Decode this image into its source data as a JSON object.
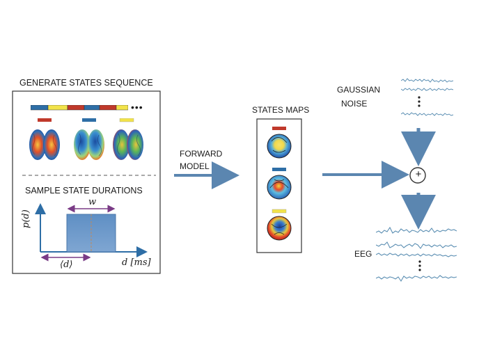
{
  "left_panel": {
    "title": "GENERATE STATES SEQUENCE",
    "ellipsis": "•••",
    "durations_title": "SAMPLE STATE DURATIONS",
    "plot": {
      "y_label": "p(d)",
      "x_label": "d [ms]",
      "width_label": "w",
      "mean_label": "⟨d⟩"
    }
  },
  "forward_model": {
    "line1": "FORWARD",
    "line2": "MODEL"
  },
  "states_maps": {
    "title": "STATES MAPS"
  },
  "noise": {
    "line1": "GAUSSIAN",
    "line2": "NOISE"
  },
  "sum_symbol": "+",
  "eeg_label": "EEG",
  "colors": {
    "red": "#c0392b",
    "blue": "#2e6ea6",
    "yellow": "#f2e34a",
    "arrow": "#5b86b0",
    "purple": "#7a3b86",
    "bar_fill": "#5f8fc4",
    "signal": "#5c8fb3"
  },
  "icons": [
    "brain-topomap-icon",
    "scalp-topomap-icon",
    "arrow-icon",
    "sum-icon",
    "eeg-trace-icon"
  ]
}
